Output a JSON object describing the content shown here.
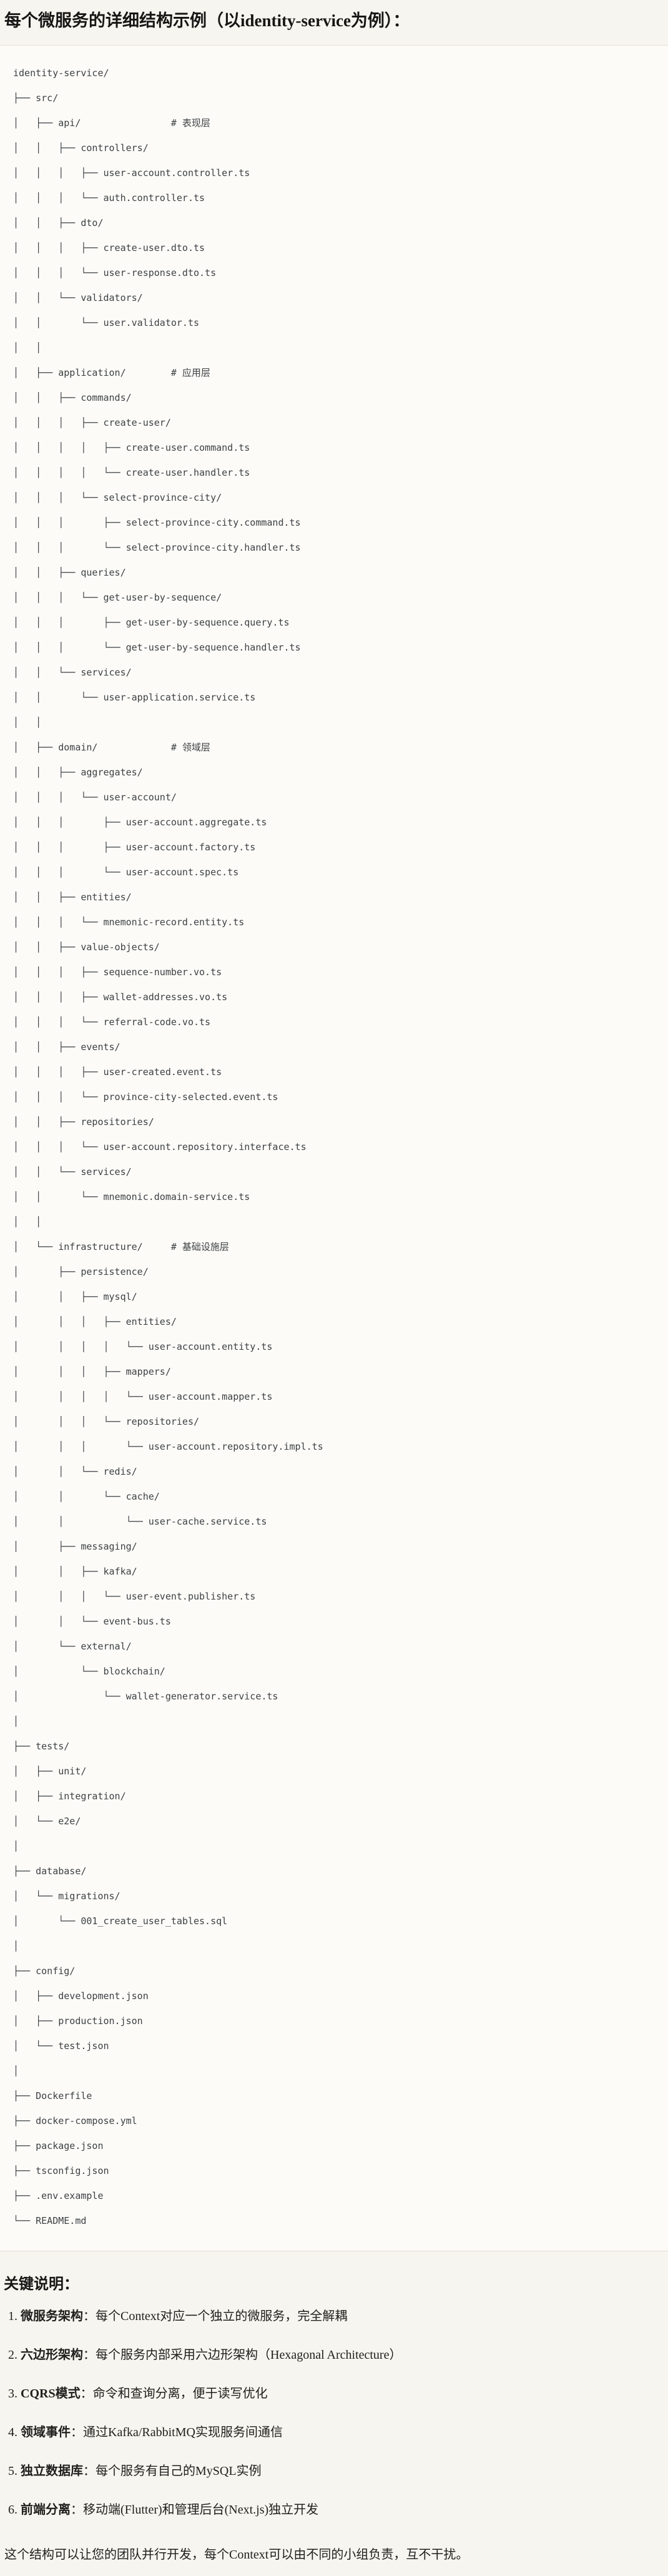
{
  "title": "每个微服务的详细结构示例（以identity-service为例）：",
  "tree": {
    "lines": [
      "identity-service/",
      "├── src/",
      "│   ├── api/                # 表现层",
      "│   │   ├── controllers/",
      "│   │   │   ├── user-account.controller.ts",
      "│   │   │   └── auth.controller.ts",
      "│   │   ├── dto/",
      "│   │   │   ├── create-user.dto.ts",
      "│   │   │   └── user-response.dto.ts",
      "│   │   └── validators/",
      "│   │       └── user.validator.ts",
      "│   │",
      "│   ├── application/        # 应用层",
      "│   │   ├── commands/",
      "│   │   │   ├── create-user/",
      "│   │   │   │   ├── create-user.command.ts",
      "│   │   │   │   └── create-user.handler.ts",
      "│   │   │   └── select-province-city/",
      "│   │   │       ├── select-province-city.command.ts",
      "│   │   │       └── select-province-city.handler.ts",
      "│   │   ├── queries/",
      "│   │   │   └── get-user-by-sequence/",
      "│   │   │       ├── get-user-by-sequence.query.ts",
      "│   │   │       └── get-user-by-sequence.handler.ts",
      "│   │   └── services/",
      "│   │       └── user-application.service.ts",
      "│   │",
      "│   ├── domain/             # 领域层",
      "│   │   ├── aggregates/",
      "│   │   │   └── user-account/",
      "│   │   │       ├── user-account.aggregate.ts",
      "│   │   │       ├── user-account.factory.ts",
      "│   │   │       └── user-account.spec.ts",
      "│   │   ├── entities/",
      "│   │   │   └── mnemonic-record.entity.ts",
      "│   │   ├── value-objects/",
      "│   │   │   ├── sequence-number.vo.ts",
      "│   │   │   ├── wallet-addresses.vo.ts",
      "│   │   │   └── referral-code.vo.ts",
      "│   │   ├── events/",
      "│   │   │   ├── user-created.event.ts",
      "│   │   │   └── province-city-selected.event.ts",
      "│   │   ├── repositories/",
      "│   │   │   └── user-account.repository.interface.ts",
      "│   │   └── services/",
      "│   │       └── mnemonic.domain-service.ts",
      "│   │",
      "│   └── infrastructure/     # 基础设施层",
      "│       ├── persistence/",
      "│       │   ├── mysql/",
      "│       │   │   ├── entities/",
      "│       │   │   │   └── user-account.entity.ts",
      "│       │   │   ├── mappers/",
      "│       │   │   │   └── user-account.mapper.ts",
      "│       │   │   └── repositories/",
      "│       │   │       └── user-account.repository.impl.ts",
      "│       │   └── redis/",
      "│       │       └── cache/",
      "│       │           └── user-cache.service.ts",
      "│       ├── messaging/",
      "│       │   ├── kafka/",
      "│       │   │   └── user-event.publisher.ts",
      "│       │   └── event-bus.ts",
      "│       └── external/",
      "│           └── blockchain/",
      "│               └── wallet-generator.service.ts",
      "│",
      "├── tests/",
      "│   ├── unit/",
      "│   ├── integration/",
      "│   └── e2e/",
      "│",
      "├── database/",
      "│   └── migrations/",
      "│       └── 001_create_user_tables.sql",
      "│",
      "├── config/",
      "│   ├── development.json",
      "│   ├── production.json",
      "│   └── test.json",
      "│",
      "├── Dockerfile",
      "├── docker-compose.yml",
      "├── package.json",
      "├── tsconfig.json",
      "├── .env.example",
      "└── README.md"
    ]
  },
  "notes": {
    "heading": "关键说明：",
    "items": [
      {
        "num": "1. ",
        "label": "微服务架构",
        "text": "：每个Context对应一个独立的微服务，完全解耦"
      },
      {
        "num": "2. ",
        "label": "六边形架构",
        "text": "：每个服务内部采用六边形架构（Hexagonal Architecture）"
      },
      {
        "num": "3. ",
        "label": "CQRS模式",
        "text": "：命令和查询分离，便于读写优化"
      },
      {
        "num": "4. ",
        "label": "领域事件",
        "text": "：通过Kafka/RabbitMQ实现服务间通信"
      },
      {
        "num": "5. ",
        "label": "独立数据库",
        "text": "：每个服务有自己的MySQL实例"
      },
      {
        "num": "6. ",
        "label": "前端分离",
        "text": "：移动端(Flutter)和管理后台(Next.js)独立开发"
      }
    ],
    "footer": "这个结构可以让您的团队并行开发，每个Context可以由不同的小组负责，互不干扰。"
  },
  "colors": {
    "page_bg": "#f7f5ef",
    "code_bg": "#fcfbf8",
    "border": "#e0ded7",
    "tree_text": "#3d4043",
    "body_text": "#21201e"
  }
}
